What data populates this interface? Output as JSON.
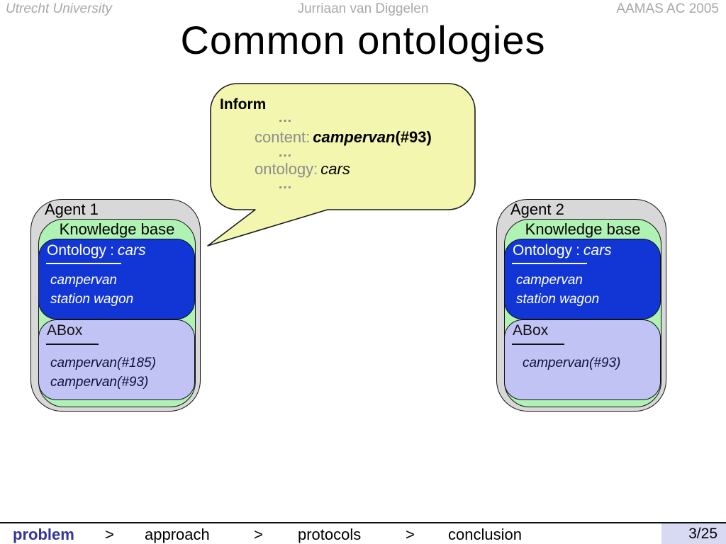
{
  "slide": {
    "header": {
      "left": "Utrecht University",
      "center": "Jurriaan van Diggelen",
      "right": "AAMAS AC 2005"
    },
    "title": "Common ontologies"
  },
  "bubble": {
    "performative": "Inform",
    "dots": "…",
    "lines": {
      "content_label": "content:",
      "content_value": "campervan",
      "content_ref": "(#93)",
      "ontology_label": "ontology:",
      "ontology_value": "cars"
    }
  },
  "agents": [
    {
      "name": "Agent 1",
      "knowledge_base_label": "Knowledge base",
      "ontology_label": "Ontology",
      "ontology_separator": ":",
      "ontology_name": "cars",
      "ontology_terms": [
        "campervan",
        "station wagon"
      ],
      "abox_label": "ABox",
      "abox_entries": [
        "campervan(#185)",
        "campervan(#93)"
      ]
    },
    {
      "name": "Agent 2",
      "knowledge_base_label": "Knowledge base",
      "ontology_label": "Ontology",
      "ontology_separator": ":",
      "ontology_name": "cars",
      "ontology_terms": [
        "campervan",
        "station wagon"
      ],
      "abox_label": "ABox",
      "abox_entries": [
        "campervan(#93)"
      ]
    }
  ],
  "footer": {
    "nav": [
      {
        "label": "problem",
        "active": true
      },
      {
        "label": "approach",
        "active": false
      },
      {
        "label": "protocols",
        "active": false
      },
      {
        "label": "conclusion",
        "active": false
      }
    ],
    "separator": ">",
    "page": "3/25"
  },
  "colors": {
    "bubble_fill": "#f3f6ae",
    "agent_fill": "#d8d8d8",
    "kb_fill": "#b0f2b4",
    "ontology_fill": "#1236d6",
    "abox_fill": "#c2c3f5",
    "accent_nav": "#333399",
    "page_badge_fill": "#d8daf3",
    "muted_text": "#8c8c8c",
    "header_text": "#a8a8a8"
  }
}
